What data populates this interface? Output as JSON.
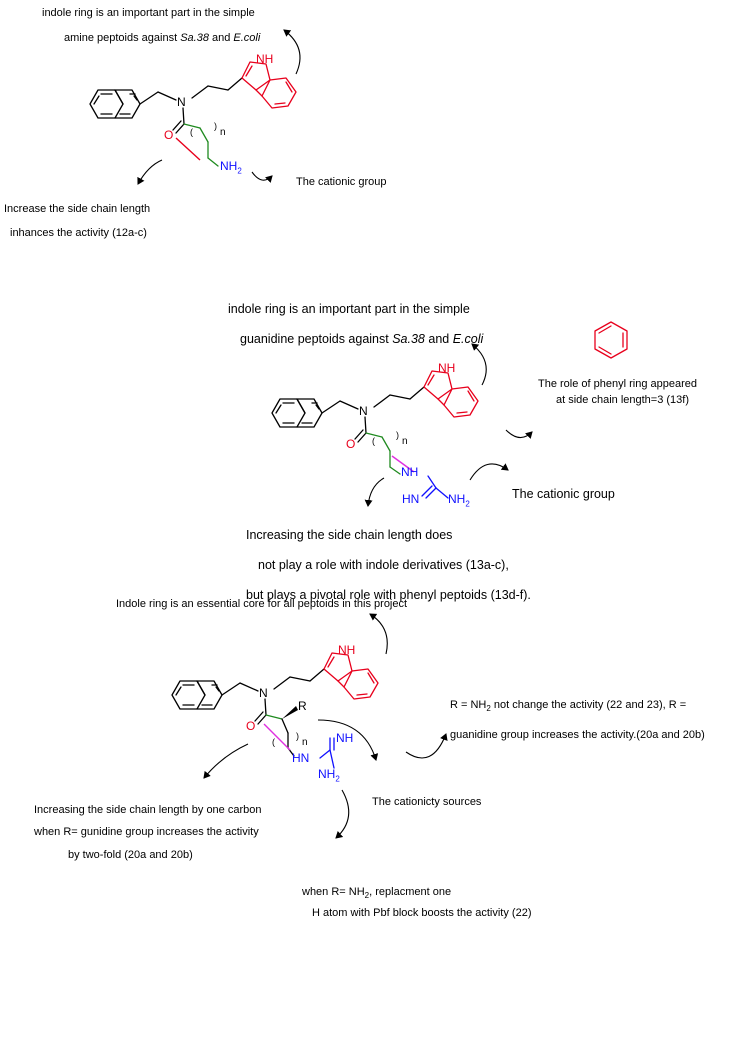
{
  "panel1": {
    "note_top_line1": "indole ring is an important part in the simple",
    "note_top_line2_a": "amine peptoids against ",
    "note_top_line2_b": "Sa.38",
    "note_top_line2_c": " and ",
    "note_top_line2_d": "E.coli",
    "note_cation": "The cationic group",
    "note_chain_line1": "Increase the side chain length",
    "note_chain_line2": "inhances the activity (12a-c)",
    "atom_N": "N",
    "atom_NH": "NH",
    "atom_O": "O",
    "atom_NH2": "NH",
    "sub_2": "2",
    "paren": "(",
    "paren_n": ")",
    "n": "n"
  },
  "panel2": {
    "note_top_line1": "indole ring is an important part in the simple",
    "note_top_line2_a": "guanidine peptoids against ",
    "note_top_line2_b": "Sa.38",
    "note_top_line2_c": " and ",
    "note_top_line2_d": "E.coli",
    "note_phenyl_line1": "The role of phenyl ring appeared",
    "note_phenyl_line2": "at side chain length=3 (13f)",
    "note_cation": "The cationic group",
    "note_chain_line1": "Increasing the side chain length does",
    "note_chain_line2": "not play a role with indole derivatives (13a-c),",
    "note_chain_line3": "but plays a pivotal role with phenyl peptoids (13d-f).",
    "atom_N": "N",
    "atom_NH": "NH",
    "atom_O": "O",
    "atom_NH_g": "NH",
    "atom_HN": "HN",
    "atom_NH2": "NH",
    "sub_2": "2",
    "paren": "(",
    "paren_n": ")",
    "n": "n"
  },
  "panel3": {
    "note_top": "Indole ring is an essential core for all peptoids in this project",
    "note_r_line1_a": "R = NH",
    "note_r_line1_sub": "2",
    "note_r_line1_b": " not change the activity (22 and 23), R =",
    "note_r_line2": "guanidine group increases the activity.(20a and 20b)",
    "note_cation": "The cationicty sources",
    "note_chain_line1": "Increasing the side chain length by one carbon",
    "note_chain_line2": "when R= gunidine group increases the activity",
    "note_chain_line3": "by two-fold (20a and 20b)",
    "note_pbf_line1_a": "when R= NH",
    "note_pbf_line1_sub": "2",
    "note_pbf_line1_b": ", replacment one",
    "note_pbf_line2": "H atom with Pbf block boosts the activity (22)",
    "atom_N": "N",
    "atom_NH": "NH",
    "atom_O": "O",
    "atom_R": "R",
    "atom_HN": "HN",
    "atom_NH_g": "NH",
    "atom_NH2": "NH",
    "sub_2": "2",
    "paren": "(",
    "paren_n": ")",
    "n": "n"
  },
  "colors": {
    "indole": "#e8001c",
    "chain": "#1f8a1f",
    "cation": "#1010ff",
    "highlight_amine": "#e8001c",
    "highlight_guanidine": "#e030e0"
  }
}
